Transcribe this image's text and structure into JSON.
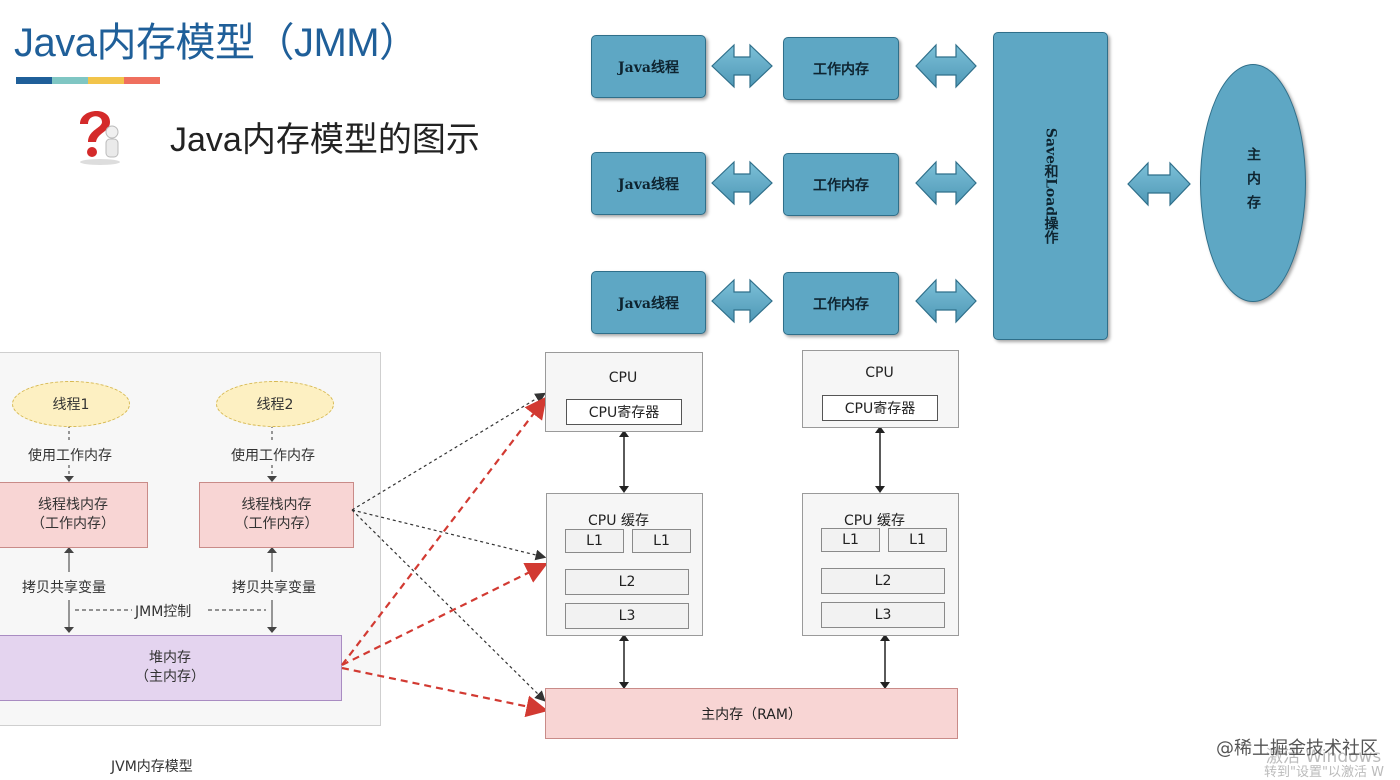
{
  "slide": {
    "title": "Java内存模型（JMM）",
    "subtitle": "Java内存模型的图示",
    "accent_colors": [
      "#1f5f99",
      "#7fc6c3",
      "#f2c44a",
      "#ef6f5e"
    ]
  },
  "jmm_diagram": {
    "threads": [
      {
        "thread_label": "Java线程",
        "memory_label": "工作内存"
      },
      {
        "thread_label": "Java线程",
        "memory_label": "工作内存"
      },
      {
        "thread_label": "Java线程",
        "memory_label": "工作内存"
      }
    ],
    "operation_label": "Save和Load操作",
    "main_memory_label": "主内存"
  },
  "jvm_diagram": {
    "thread1": "线程1",
    "thread2": "线程2",
    "use_working_memory": "使用工作内存",
    "stack_memory_line1": "线程栈内存",
    "stack_memory_line2": "（工作内存）",
    "copy_shared": "拷贝共享变量",
    "jmm_control": "JMM控制",
    "heap_line1": "堆内存",
    "heap_line2": "（主内存）",
    "caption": "JVM内存模型"
  },
  "cpu_diagram": {
    "cpu_label": "CPU",
    "register_label": "CPU寄存器",
    "cache_label": "CPU 缓存",
    "l1": "L1",
    "l2": "L2",
    "l3": "L3",
    "ram_label": "主内存（RAM）"
  },
  "watermark": {
    "site": "@稀土掘金技术社区",
    "windows_line1": "激活 Windows",
    "windows_line2": "转到\"设置\"以激活 W"
  }
}
